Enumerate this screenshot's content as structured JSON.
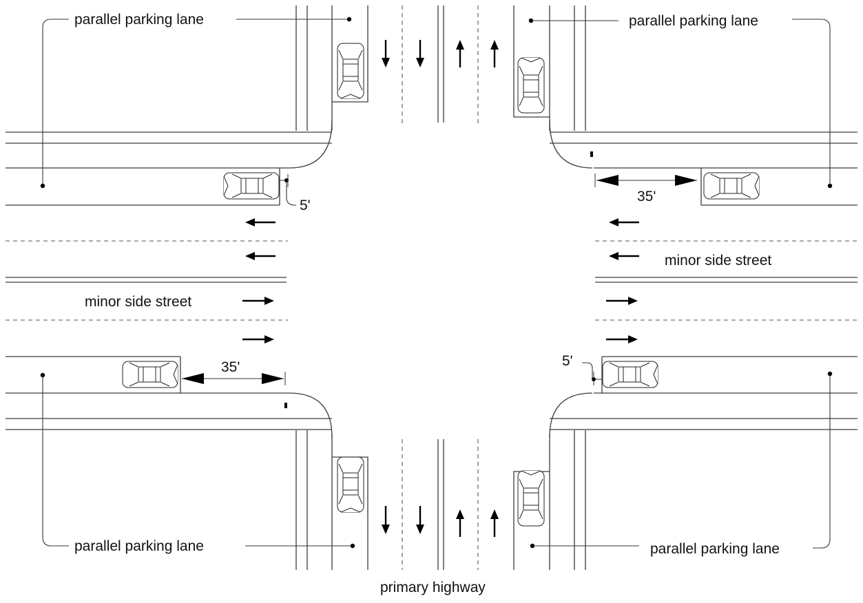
{
  "labels": {
    "parking_top_left": "parallel parking lane",
    "parking_top_right": "parallel parking lane",
    "parking_bottom_left": "parallel parking lane",
    "parking_bottom_right": "parallel parking lane",
    "side_street_left": "minor side street",
    "side_street_right": "minor side street",
    "highway": "primary highway"
  },
  "dimensions": {
    "upper_left_5": "5'",
    "upper_right_35": "35'",
    "lower_left_35": "35'",
    "lower_right_5": "5'"
  },
  "icons": [
    "car-icon",
    "arrow-icon",
    "dimension-arrow-icon"
  ],
  "colors": {
    "line": "#3a3a3a",
    "text": "#111111",
    "background": "#ffffff"
  }
}
